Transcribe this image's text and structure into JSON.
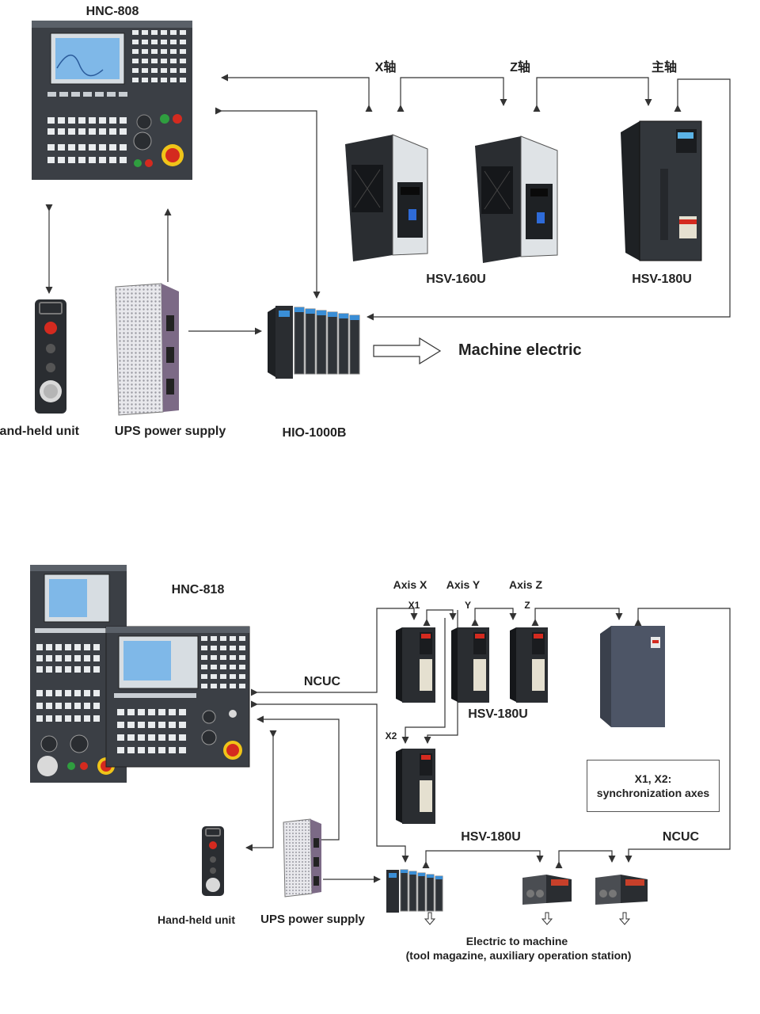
{
  "section1": {
    "cnc_label": "HNC-808",
    "axis_labels": [
      "X轴",
      "Z轴",
      "主轴"
    ],
    "drive_labels": [
      "HSV-160U",
      "HSV-180U"
    ],
    "machine_label": "Machine electric",
    "handheld_label": "Hand-held unit",
    "ups_label": "UPS power supply",
    "io_label": "HIO-1000B"
  },
  "section2": {
    "cnc_label": "HNC-818",
    "bus_label": "NCUC",
    "axis_labels": [
      "Axis X",
      "Axis Y",
      "Axis Z"
    ],
    "sub_labels": [
      "X1",
      "Y",
      "Z",
      "X2"
    ],
    "drive_label_top": "HSV-180U",
    "drive_label_bottom": "HSV-180U",
    "bus_label_right": "NCUC",
    "sync_note_line1": "X1, X2:",
    "sync_note_line2": "synchronization axes",
    "handheld_label": "Hand-held unit",
    "ups_label": "UPS power supply",
    "electric_line1": "Electric to machine",
    "electric_line2": "(tool magazine, auxiliary operation station)"
  },
  "colors": {
    "panel_dark": "#3b3f45",
    "drive_black": "#1e2124",
    "estop_red": "#d42a1f",
    "screen_blue": "#7fb8e8",
    "line": "#333333"
  }
}
